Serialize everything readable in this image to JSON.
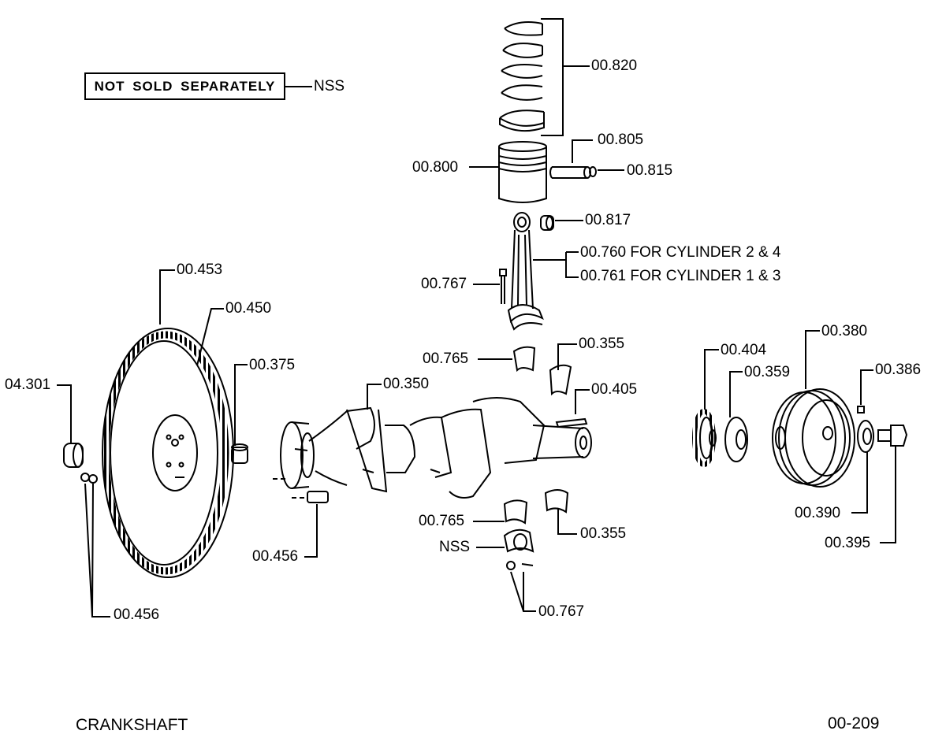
{
  "legend": {
    "box_text": "NOT  SOLD  SEPARATELY",
    "code": "NSS"
  },
  "callouts": {
    "rings": "00.820",
    "piston_pin": "00.805",
    "piston": "00.800",
    "circlip": "00.815",
    "small_end_bush": "00.817",
    "rod_2_4": "00.760  FOR  CYLINDER  2 & 4",
    "rod_1_3": "00.761  FOR  CYLINDER  1 & 3",
    "rod_bolt": "00.767",
    "ring_gear": "00.453",
    "flywheel": "00.450",
    "bushing": "00.375",
    "bearing": "04.301",
    "upper_shell": "00.765",
    "main_shell_upper": "00.355",
    "crankshaft": "00.350",
    "key": "00.405",
    "timing_gear": "00.404",
    "spacer": "00.359",
    "pulley": "00.380",
    "woodruff_key": "00.386",
    "washer": "00.390",
    "pulley_bolt": "00.395",
    "flywheel_bolt_right": "00.456",
    "flywheel_bolt_left": "00.456",
    "lower_shell": "00.765",
    "main_shell_lower": "00.355",
    "cap_nss": "NSS",
    "cap_nut": "00.767"
  },
  "footer": {
    "title": "CRANKSHAFT",
    "page": "00-209"
  }
}
